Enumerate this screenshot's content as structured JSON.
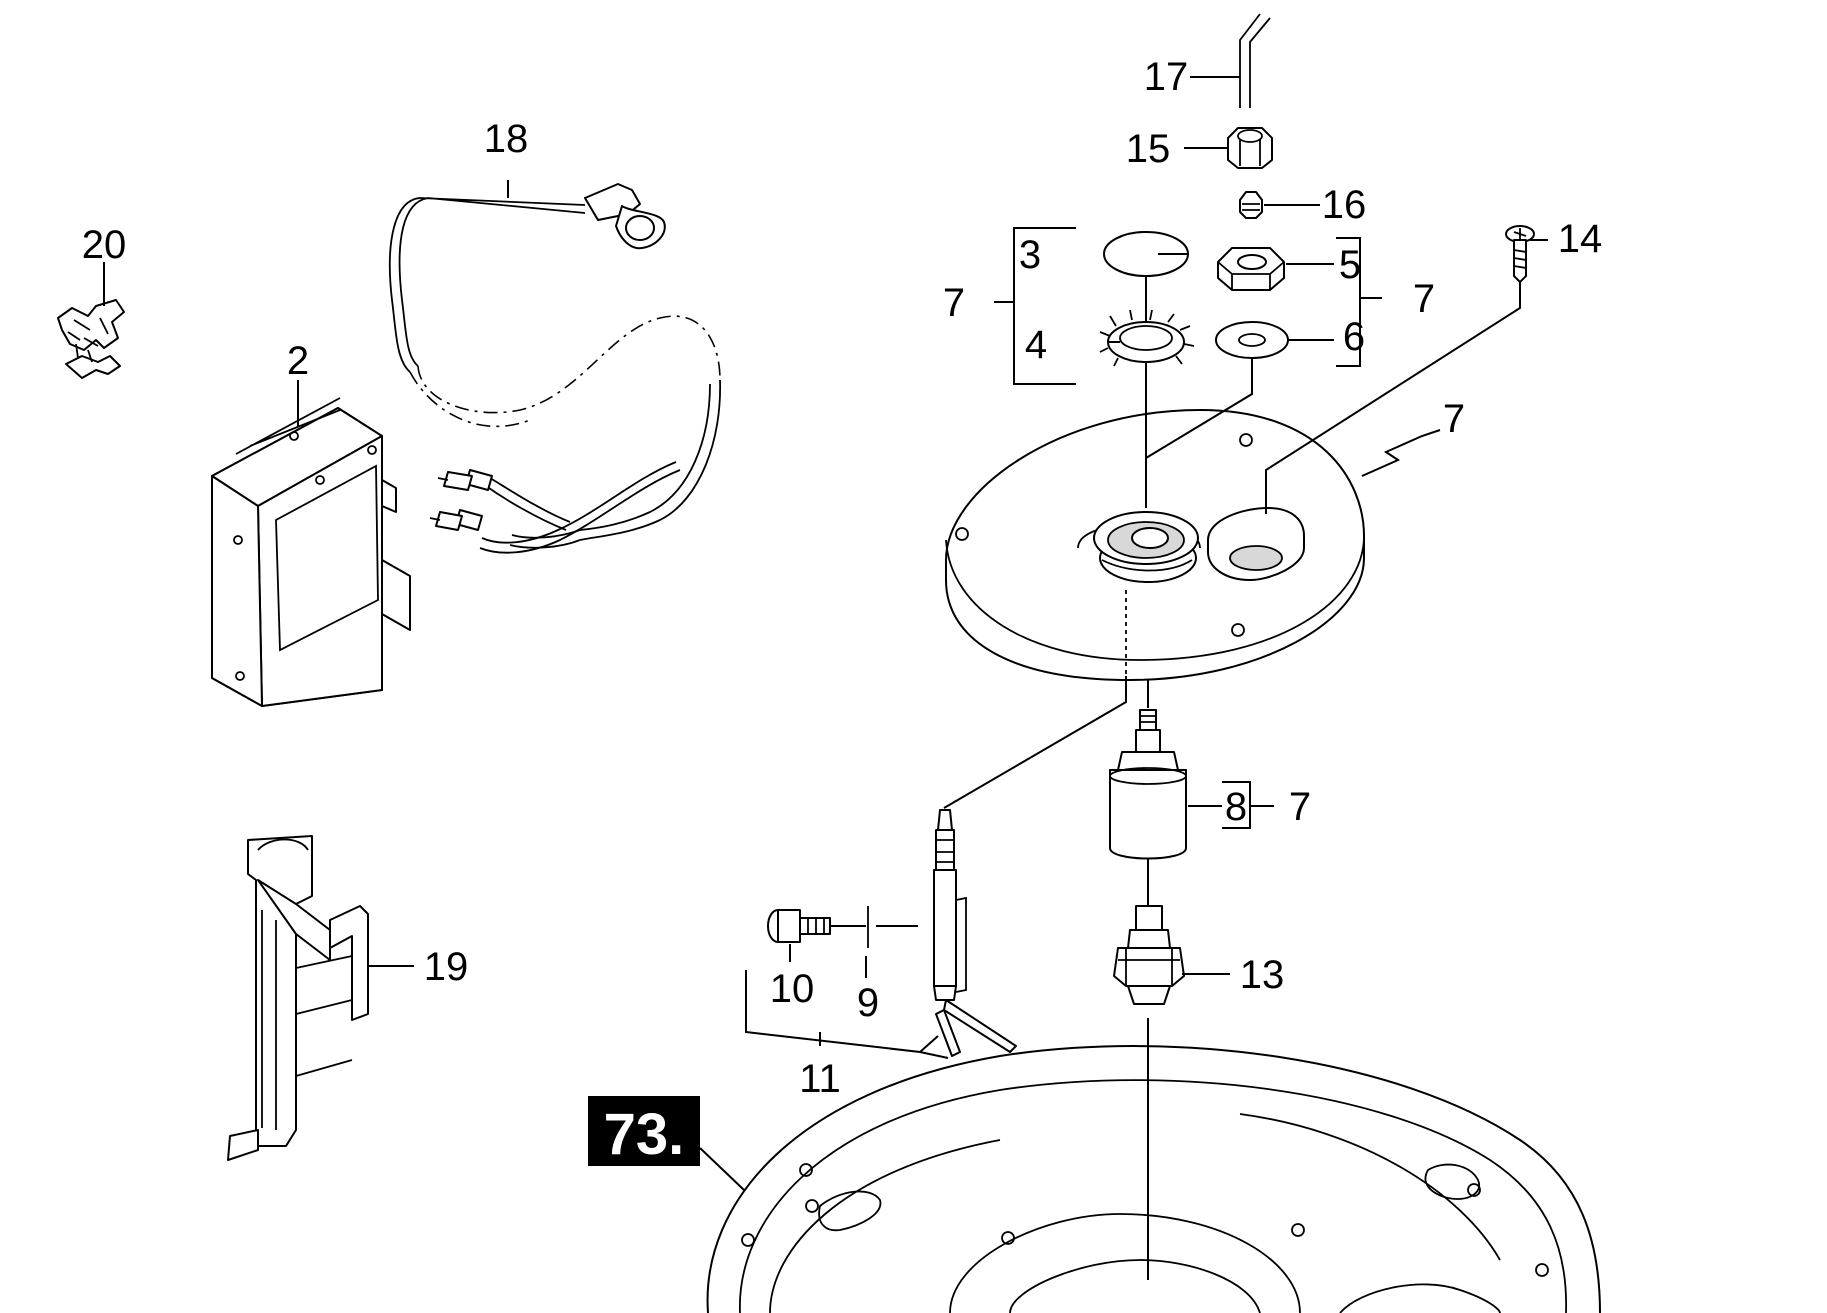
{
  "badge": "73.",
  "callouts": {
    "p2": "2",
    "p3": "3",
    "p4": "4",
    "p5": "5",
    "p6": "6",
    "p7a": "7",
    "p7b": "7",
    "p7c": "7",
    "p7d": "7",
    "p8": "8",
    "p9": "9",
    "p10": "10",
    "p11": "11",
    "p13": "13",
    "p14": "14",
    "p15": "15",
    "p16": "16",
    "p17": "17",
    "p18": "18",
    "p19": "19",
    "p20": "20"
  }
}
